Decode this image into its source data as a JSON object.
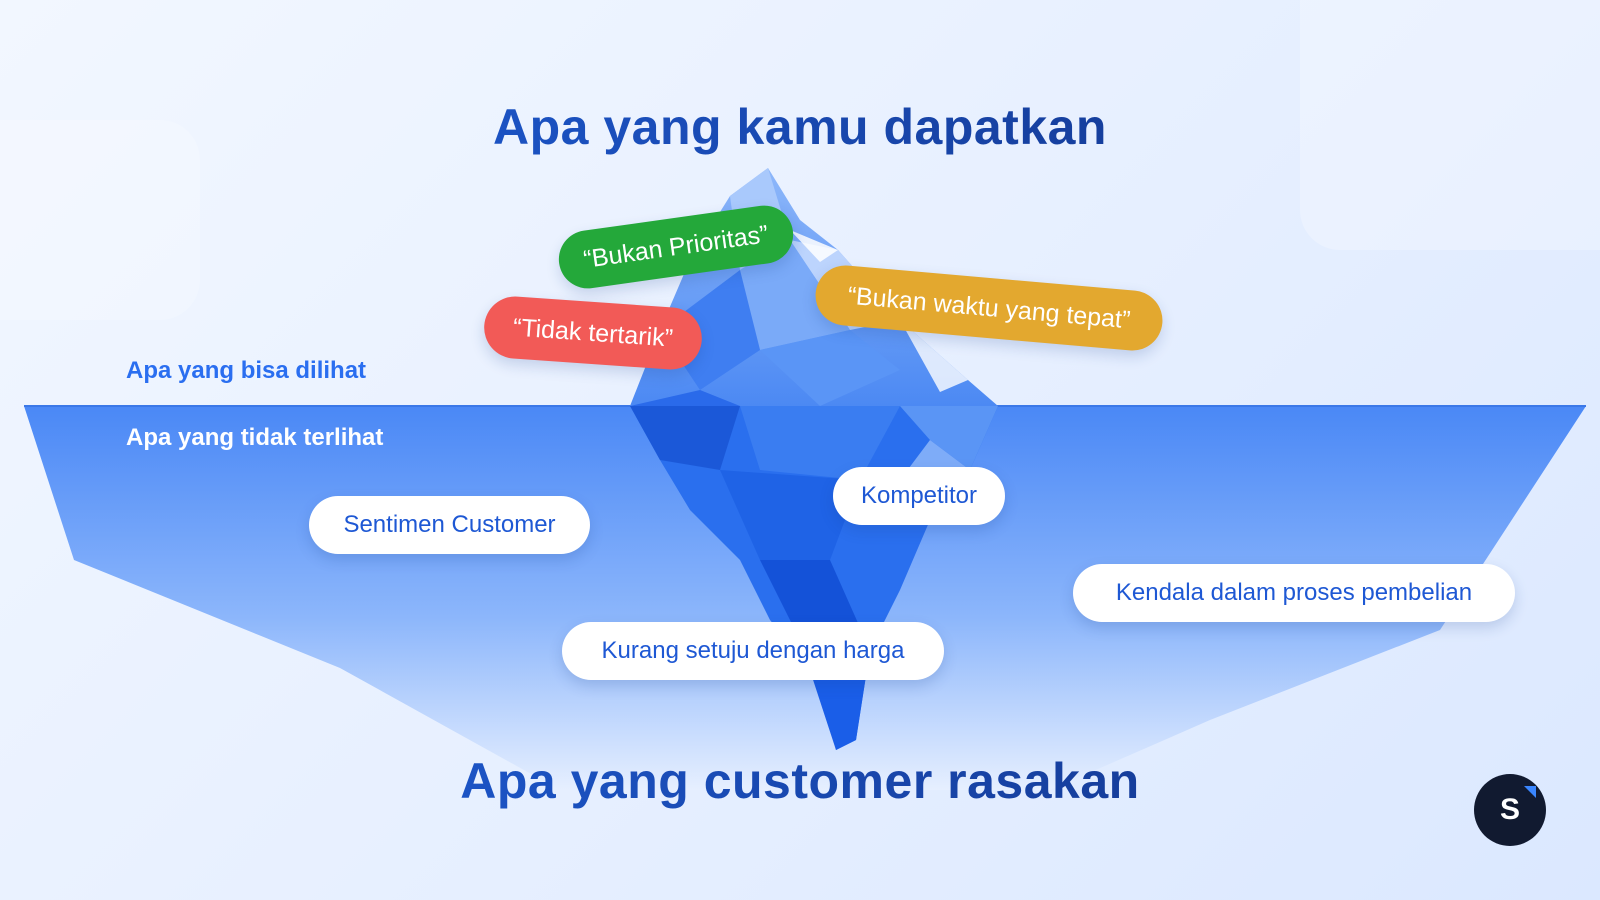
{
  "titles": {
    "top": "Apa yang kamu dapatkan",
    "bottom": "Apa yang customer rasakan"
  },
  "labels": {
    "visible": "Apa yang bisa dilihat",
    "hidden": "Apa yang tidak terlihat"
  },
  "visible_items": [
    "“Bukan Prioritas”",
    "“Bukan waktu yang tepat”",
    "“Tidak tertarik”"
  ],
  "hidden_items": [
    "Sentimen Customer",
    "Kompetitor",
    "Kendala dalam proses pembelian",
    "Kurang setuju dengan harga"
  ],
  "logo": {
    "letter": "S",
    "icon": "brand-s-logo-icon"
  },
  "colors": {
    "water": "#4d8cf7",
    "iceberg": "#2f74ef",
    "pill_green": "#24a83a",
    "pill_orange": "#e3a82f",
    "pill_red": "#f25a57",
    "text_blue": "#1e58d4"
  }
}
